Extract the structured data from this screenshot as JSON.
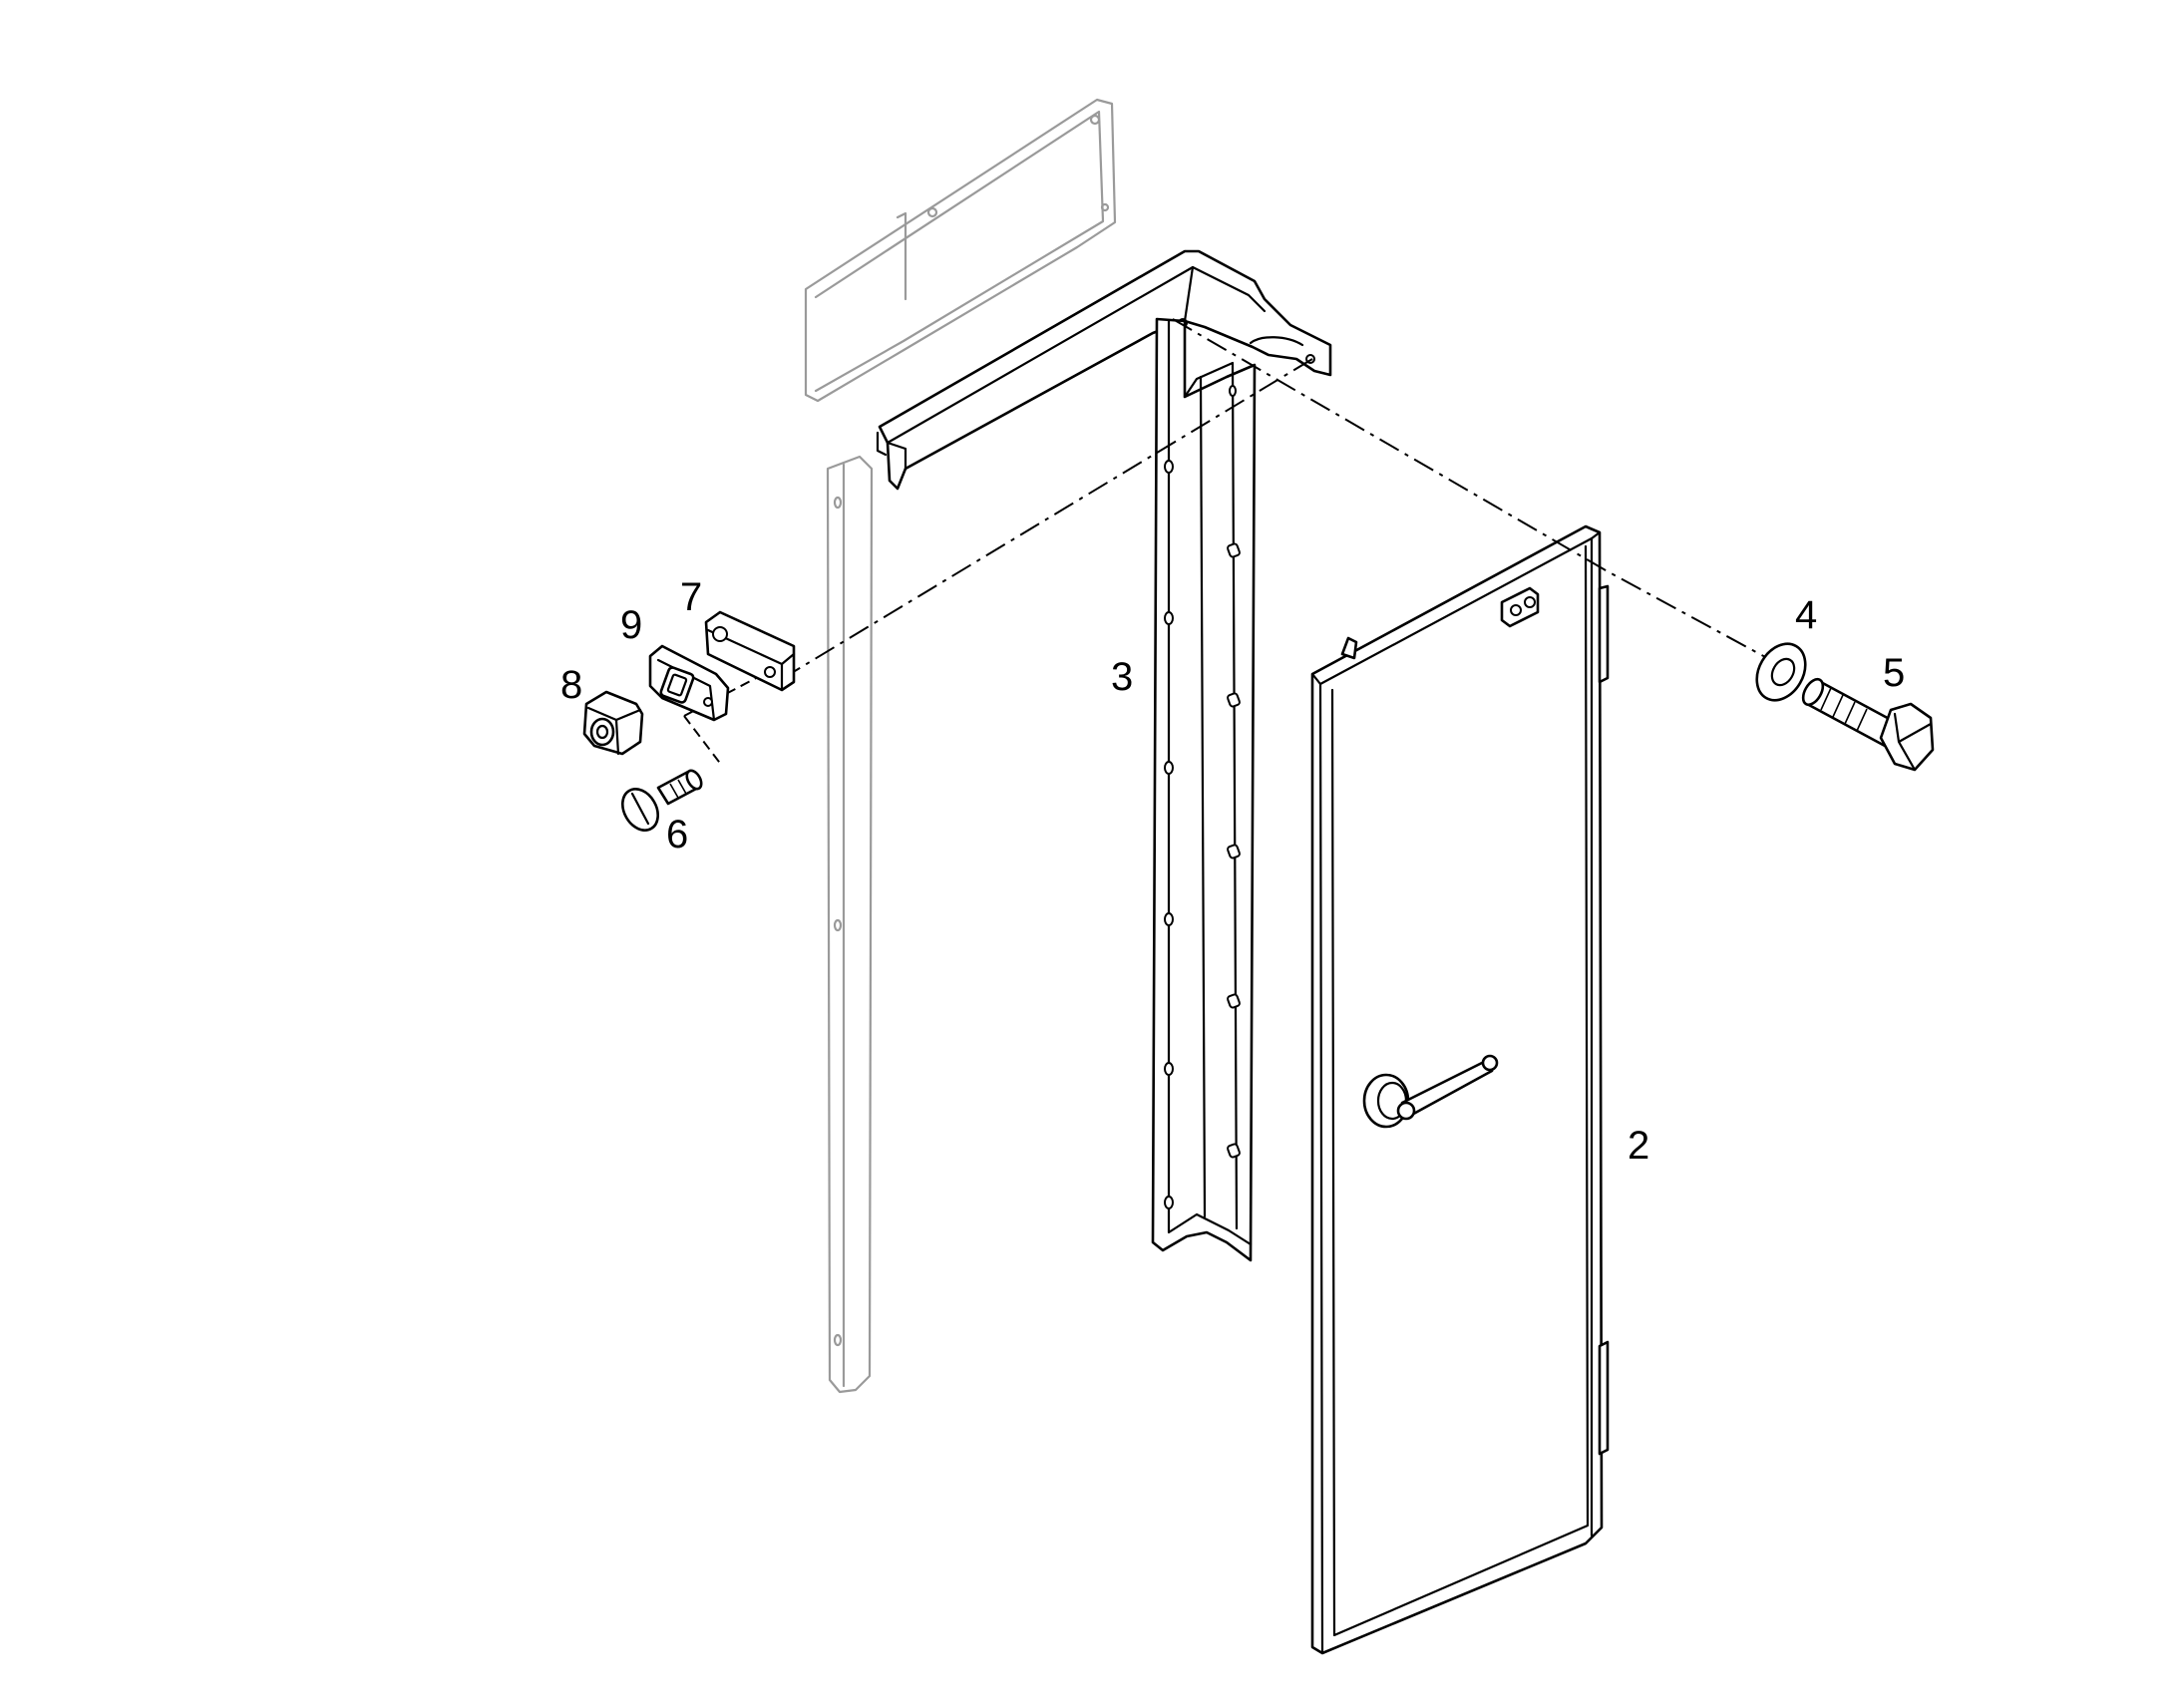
{
  "callouts": {
    "door": "2",
    "post": "3",
    "washer": "4",
    "bolt": "5",
    "screw": "6",
    "latch_bar": "7",
    "latch_cap": "8",
    "latch_plate": "9"
  }
}
